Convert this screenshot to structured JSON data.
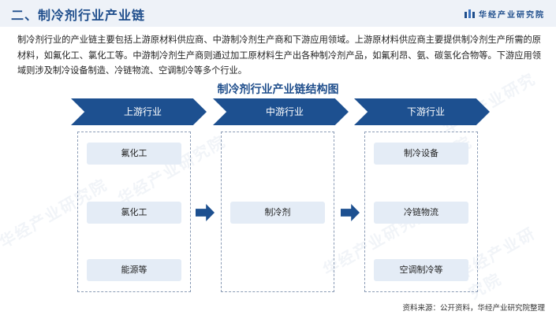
{
  "header": {
    "title": "二、制冷剂行业产业链",
    "brand": "华经产业研究院"
  },
  "intro": "制冷剂行业的产业链主要包括上游原材料供应商、中游制冷剂生产商和下游应用领域。上游原材料供应商主要提供制冷剂生产所需的原材料，如氟化工、氯化工等。中游制冷剂生产商则通过加工原材料生产出各种制冷剂产品，如氟利昂、氨、碳氢化合物等。下游应用领域则涉及制冷设备制造、冷链物流、空调制冷等多个行业。",
  "diagram": {
    "title": "制冷剂行业产业链结构图",
    "upstream": {
      "label": "上游行业",
      "items": [
        "氟化工",
        "氯化工",
        "能源等"
      ]
    },
    "midstream": {
      "label": "中游行业",
      "items": [
        "制冷剂"
      ]
    },
    "downstream": {
      "label": "下游行业",
      "items": [
        "制冷设备",
        "冷链物流",
        "空调制冷等"
      ]
    }
  },
  "source": "资料来源：公开资料，华经产业研究院整理",
  "watermark": "华经产业研究院",
  "colors": {
    "primary": "#1d5090",
    "title": "#1f4e8c",
    "header_bg": "#eef2f8",
    "pill_bg": "#e4ecf6"
  }
}
